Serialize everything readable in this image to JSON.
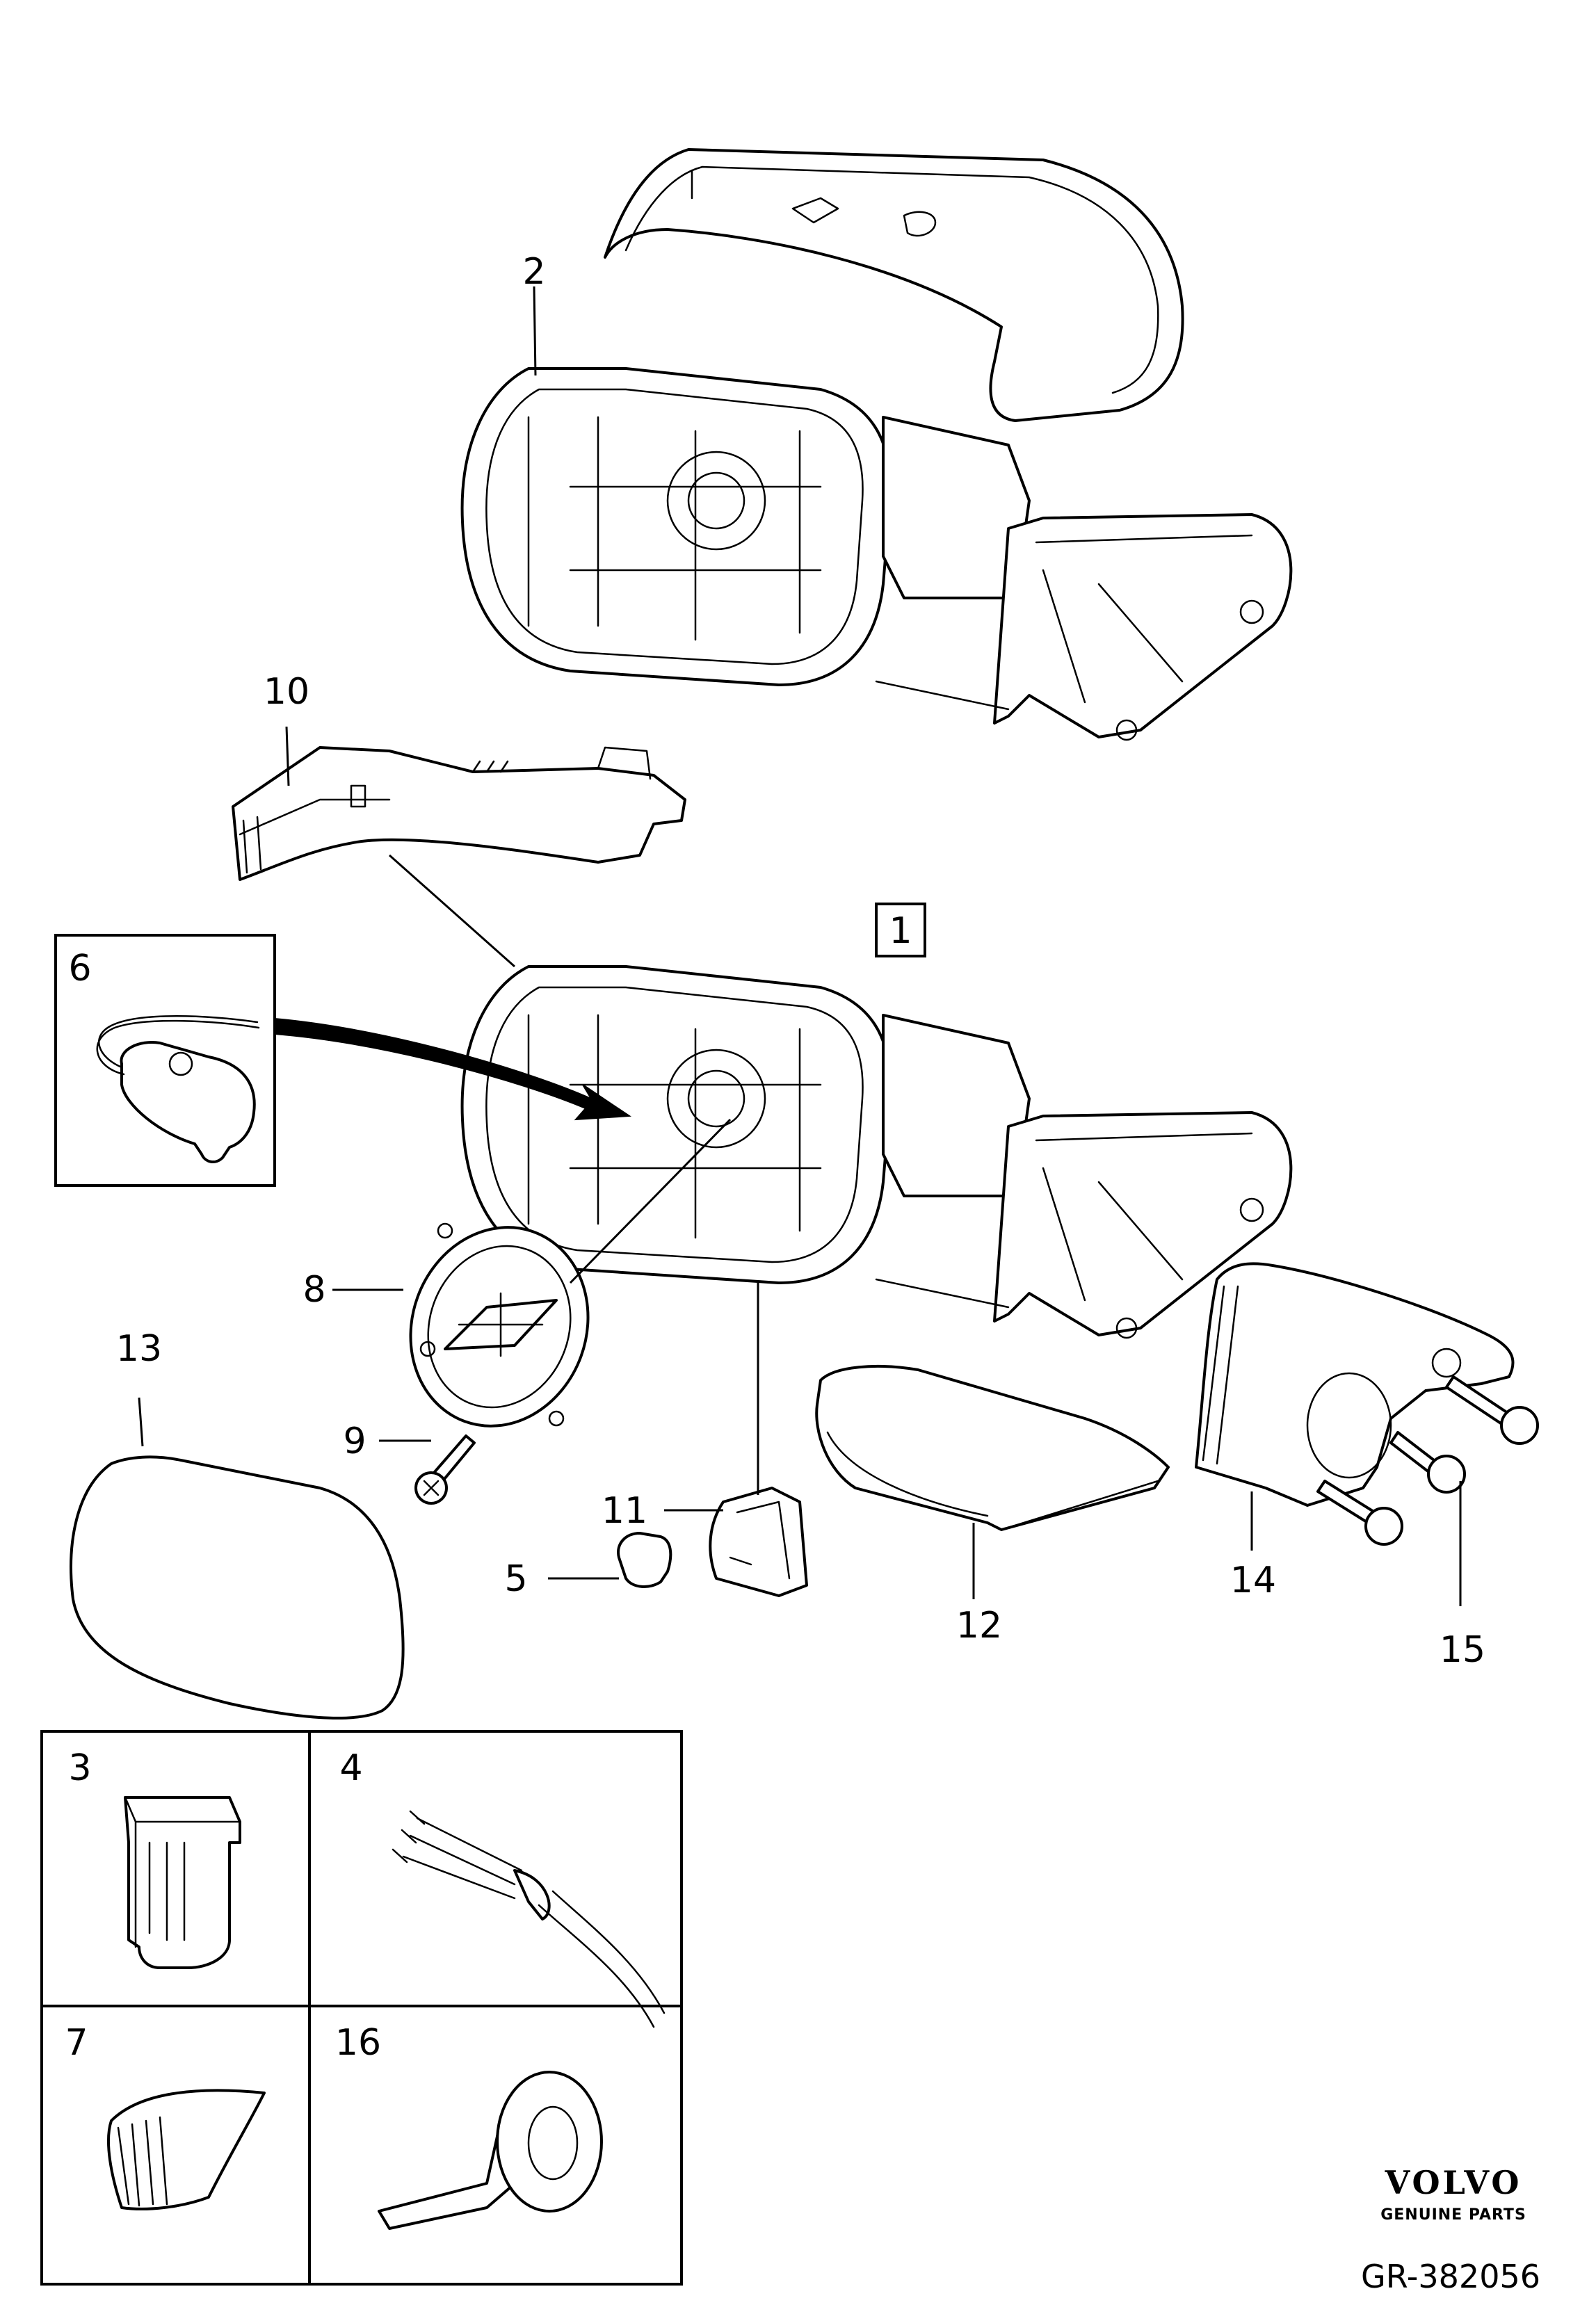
{
  "diagram": {
    "callouts": {
      "c1": "1",
      "c2": "2",
      "c3": "3",
      "c4": "4",
      "c5": "5",
      "c6": "6",
      "c7": "7",
      "c8": "8",
      "c9": "9",
      "c10": "10",
      "c11": "11",
      "c12": "12",
      "c13": "13",
      "c14": "14",
      "c15": "15",
      "c16": "16"
    },
    "brand": {
      "logo_text": "VOLVO",
      "sub_text": "GENUINE PARTS"
    },
    "reference": "GR-382056"
  }
}
